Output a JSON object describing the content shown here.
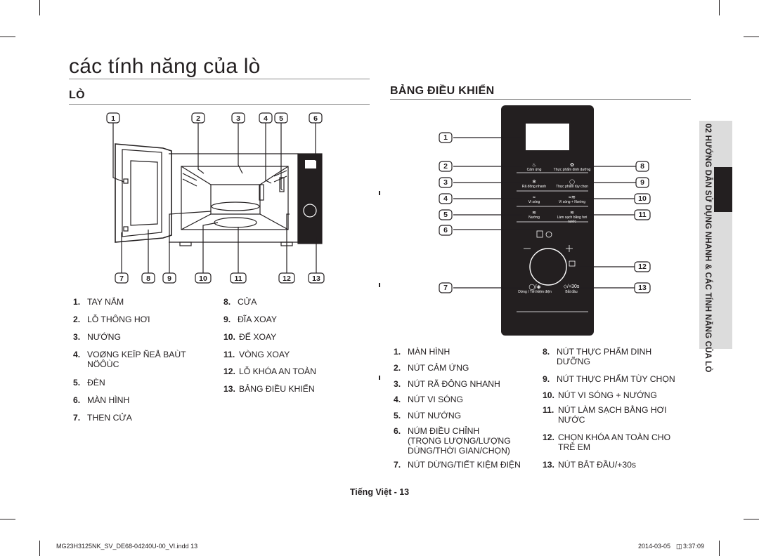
{
  "page_title": "các tính năng của lò",
  "oven_section": {
    "heading": "LÒ",
    "callouts_top": [
      "1",
      "2",
      "3",
      "4",
      "5",
      "6"
    ],
    "callouts_bottom": [
      "7",
      "8",
      "9",
      "10",
      "11",
      "12",
      "13"
    ],
    "parts_col1": [
      {
        "num": "1.",
        "lines": [
          "TAY NẮM"
        ]
      },
      {
        "num": "2.",
        "lines": [
          "LỖ THÔNG HƠI"
        ]
      },
      {
        "num": "3.",
        "lines": [
          "NƯỚNG"
        ]
      },
      {
        "num": "4.",
        "lines": [
          "VOØNG KEÏP ÑEÅ BAÙT",
          "NÖÔÙC"
        ]
      },
      {
        "num": "5.",
        "lines": [
          "ĐÈN"
        ]
      },
      {
        "num": "6.",
        "lines": [
          "MÀN HÌNH"
        ]
      },
      {
        "num": "7.",
        "lines": [
          "THEN CỬA"
        ]
      }
    ],
    "parts_col2": [
      {
        "num": "8.",
        "lines": [
          "CỬA"
        ]
      },
      {
        "num": "9.",
        "lines": [
          "ĐĨA XOAY"
        ]
      },
      {
        "num": "10.",
        "lines": [
          "ĐẾ XOAY"
        ]
      },
      {
        "num": "11.",
        "lines": [
          "VÒNG XOAY"
        ]
      },
      {
        "num": "12.",
        "lines": [
          "LỖ KHÓA AN TOÀN"
        ]
      },
      {
        "num": "13.",
        "lines": [
          "BẢNG ĐIỀU KHIỂN"
        ]
      }
    ]
  },
  "panel_section": {
    "heading": "BẢNG ĐIỀU KHIỂN",
    "callouts_left": [
      "1",
      "2",
      "3",
      "4",
      "5",
      "6",
      "7"
    ],
    "callouts_right": [
      "8",
      "9",
      "10",
      "11",
      "12",
      "13"
    ],
    "panel_labels": {
      "btn2": "Cảm ứng",
      "btn8": "Thực phẩm dinh dưỡng",
      "btn3": "Rã đông nhanh",
      "btn9": "Thực phẩm tùy chọn",
      "btn4": "Vi sóng",
      "btn10": "Vi sóng + Nướng",
      "btn5": "Nướng",
      "btn11": "Làm sạch bằng hơi nước",
      "btn7": "Dừng / Tiết kiệm điện",
      "btn13": "Bắt đầu",
      "btn13_symbol": "+30s"
    },
    "controls_col1": [
      {
        "num": "1.",
        "lines": [
          "MÀN HÌNH"
        ]
      },
      {
        "num": "2.",
        "lines": [
          "NÚT CẢM ỨNG"
        ]
      },
      {
        "num": "3.",
        "lines": [
          "NÚT RÃ ĐÔNG NHANH"
        ]
      },
      {
        "num": "4.",
        "lines": [
          "NÚT VI SÓNG"
        ]
      },
      {
        "num": "5.",
        "lines": [
          "NÚT NƯỚNG"
        ]
      },
      {
        "num": "6.",
        "lines": [
          "NÚM ĐIỀU CHỈNH",
          "(TRỌNG LƯỢNG/LƯỢNG",
          "DÙNG/THỜI GIAN/CHỌN)"
        ]
      },
      {
        "num": "7.",
        "lines": [
          "NÚT DỪNG/TIẾT KIỆM ĐIỆN"
        ]
      }
    ],
    "controls_col2": [
      {
        "num": "8.",
        "lines": [
          "NÚT THỰC PHẨM DINH",
          "DƯỠNG"
        ]
      },
      {
        "num": "9.",
        "lines": [
          "NÚT THỰC PHẨM TÙY CHỌN"
        ]
      },
      {
        "num": "10.",
        "lines": [
          "NÚT VI SÓNG + NƯỚNG"
        ]
      },
      {
        "num": "11.",
        "lines": [
          "NÚT LÀM SẠCH BẰNG HƠI",
          "NƯỚC"
        ]
      },
      {
        "num": "12.",
        "lines": [
          "CHỌN KHÓA AN TOÀN CHO",
          "TRẺ EM"
        ]
      },
      {
        "num": "13.",
        "lines": [
          "NÚT BẮT ĐẦU/+30s"
        ]
      }
    ]
  },
  "side_tab": "02  HƯỚNG DẪN SỬ DỤNG NHANH & CÁC TÍNH NĂNG CỦA LÒ",
  "page_footer": "Tiếng Việt - 13",
  "print_info": {
    "file": "MG23H3125NK_SV_DE68-04240U-00_VI.indd   13",
    "date": "2014-03-05",
    "time": "3:37:09"
  },
  "colors": {
    "text": "#231f20",
    "panel": "#231f20",
    "tab": "#dcdcdc"
  }
}
